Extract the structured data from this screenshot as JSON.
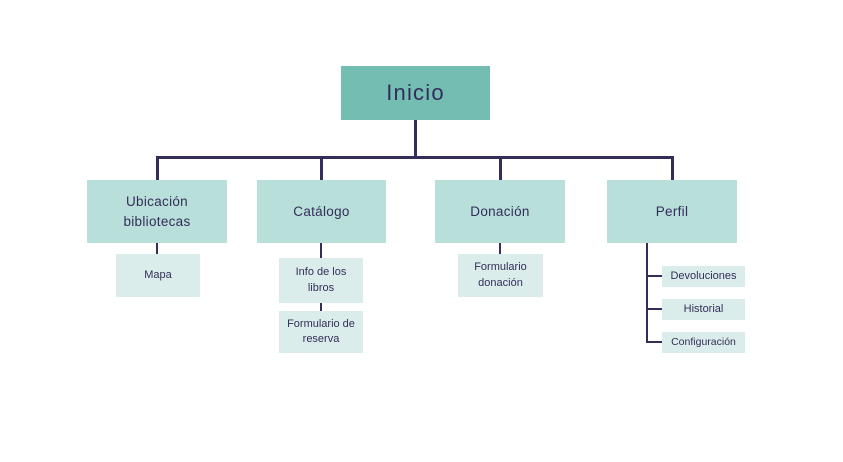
{
  "colors": {
    "root_fill": "#74BDB2",
    "branch_fill": "#B8DFD9",
    "leaf_fill": "#DAEDEA",
    "line": "#332D5B",
    "text": "#342D5B",
    "background": "#FFFFFF"
  },
  "root": {
    "label": "Inicio"
  },
  "branches": [
    {
      "label": "Ubicación bibliotecas",
      "children": [
        {
          "label": "Mapa"
        }
      ]
    },
    {
      "label": "Catálogo",
      "children": [
        {
          "label": "Info de los libros"
        },
        {
          "label": "Formulario de reserva"
        }
      ]
    },
    {
      "label": "Donación",
      "children": [
        {
          "label": "Formulario donación"
        }
      ]
    },
    {
      "label": "Perfil",
      "children": [
        {
          "label": "Devoluciones"
        },
        {
          "label": "Historial"
        },
        {
          "label": "Configuración"
        }
      ]
    }
  ]
}
